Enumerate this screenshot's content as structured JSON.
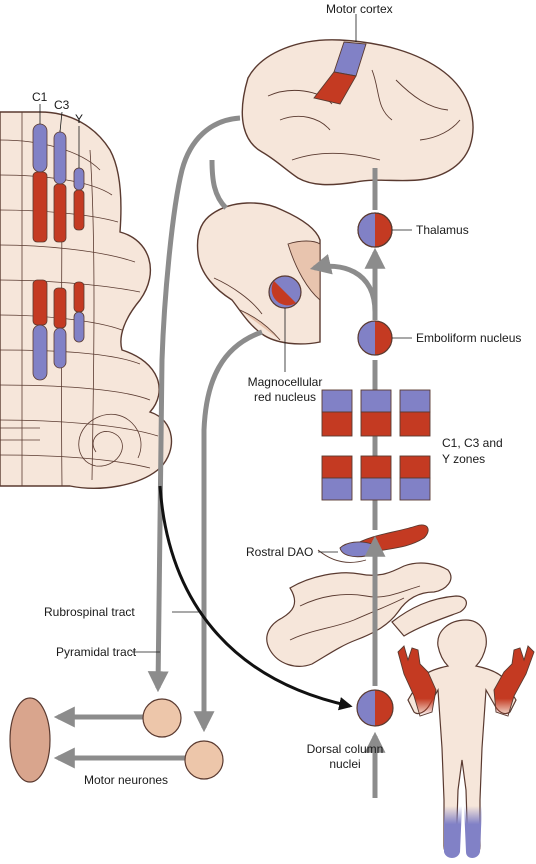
{
  "labels": {
    "motor_cortex": "Motor cortex",
    "c1": "C1",
    "c3": "C3",
    "y": "Y",
    "thalamus": "Thalamus",
    "emboliform": "Emboliform nucleus",
    "red_nucleus_line1": "Magnocellular",
    "red_nucleus_line2": "red nucleus",
    "zones_line1": "C1, C3 and",
    "zones_line2": "Y zones",
    "rostral_dao": "Rostral DAO",
    "rubrospinal": "Rubrospinal tract",
    "pyramidal": "Pyramidal tract",
    "motor_neurones": "Motor neurones",
    "dorsal_line1": "Dorsal column",
    "dorsal_line2": "nuclei"
  },
  "colors": {
    "red": "#c43a22",
    "blue": "#8181c6",
    "tissue": "#f6e6da",
    "tissue_dark": "#e8c4ae",
    "outline": "#5a3a30",
    "tract": "#8c8c8c",
    "tract_black": "#111111",
    "muscle": "#d9a58d"
  }
}
